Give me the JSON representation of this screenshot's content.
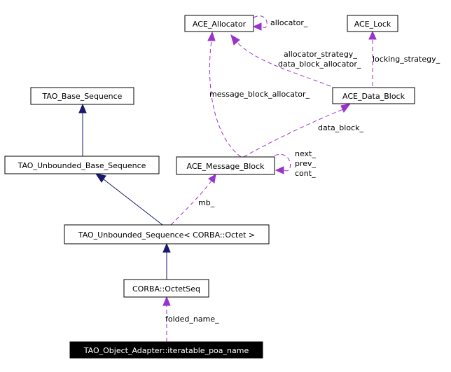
{
  "colors": {
    "inheritance_edge": "#191970",
    "usage_edge": "#9a32cd",
    "highlight_fill": "#000000",
    "highlight_text": "#ffffff"
  },
  "nodes": {
    "ace_allocator": "ACE_Allocator",
    "ace_lock": "ACE_Lock",
    "tao_base_sequence": "TAO_Base_Sequence",
    "ace_data_block": "ACE_Data_Block",
    "tao_unbounded_base_sequence": "TAO_Unbounded_Base_Sequence",
    "ace_message_block": "ACE_Message_Block",
    "tao_unbounded_sequence_octet": "TAO_Unbounded_Sequence< CORBA::Octet >",
    "corba_octetseq": "CORBA::OctetSeq",
    "iteratable_poa_name": "TAO_Object_Adapter::iteratable_poa_name"
  },
  "edge_labels": {
    "allocator": "allocator_",
    "allocator_strategy": "allocator_strategy_",
    "data_block_allocator": "data_block_allocator_",
    "locking_strategy": "locking_strategy_",
    "message_block_allocator": "message_block_allocator_",
    "data_block": "data_block_",
    "next": "next_",
    "prev": "prev_",
    "cont": "cont_",
    "mb": "mb_",
    "folded_name": "folded_name_"
  }
}
